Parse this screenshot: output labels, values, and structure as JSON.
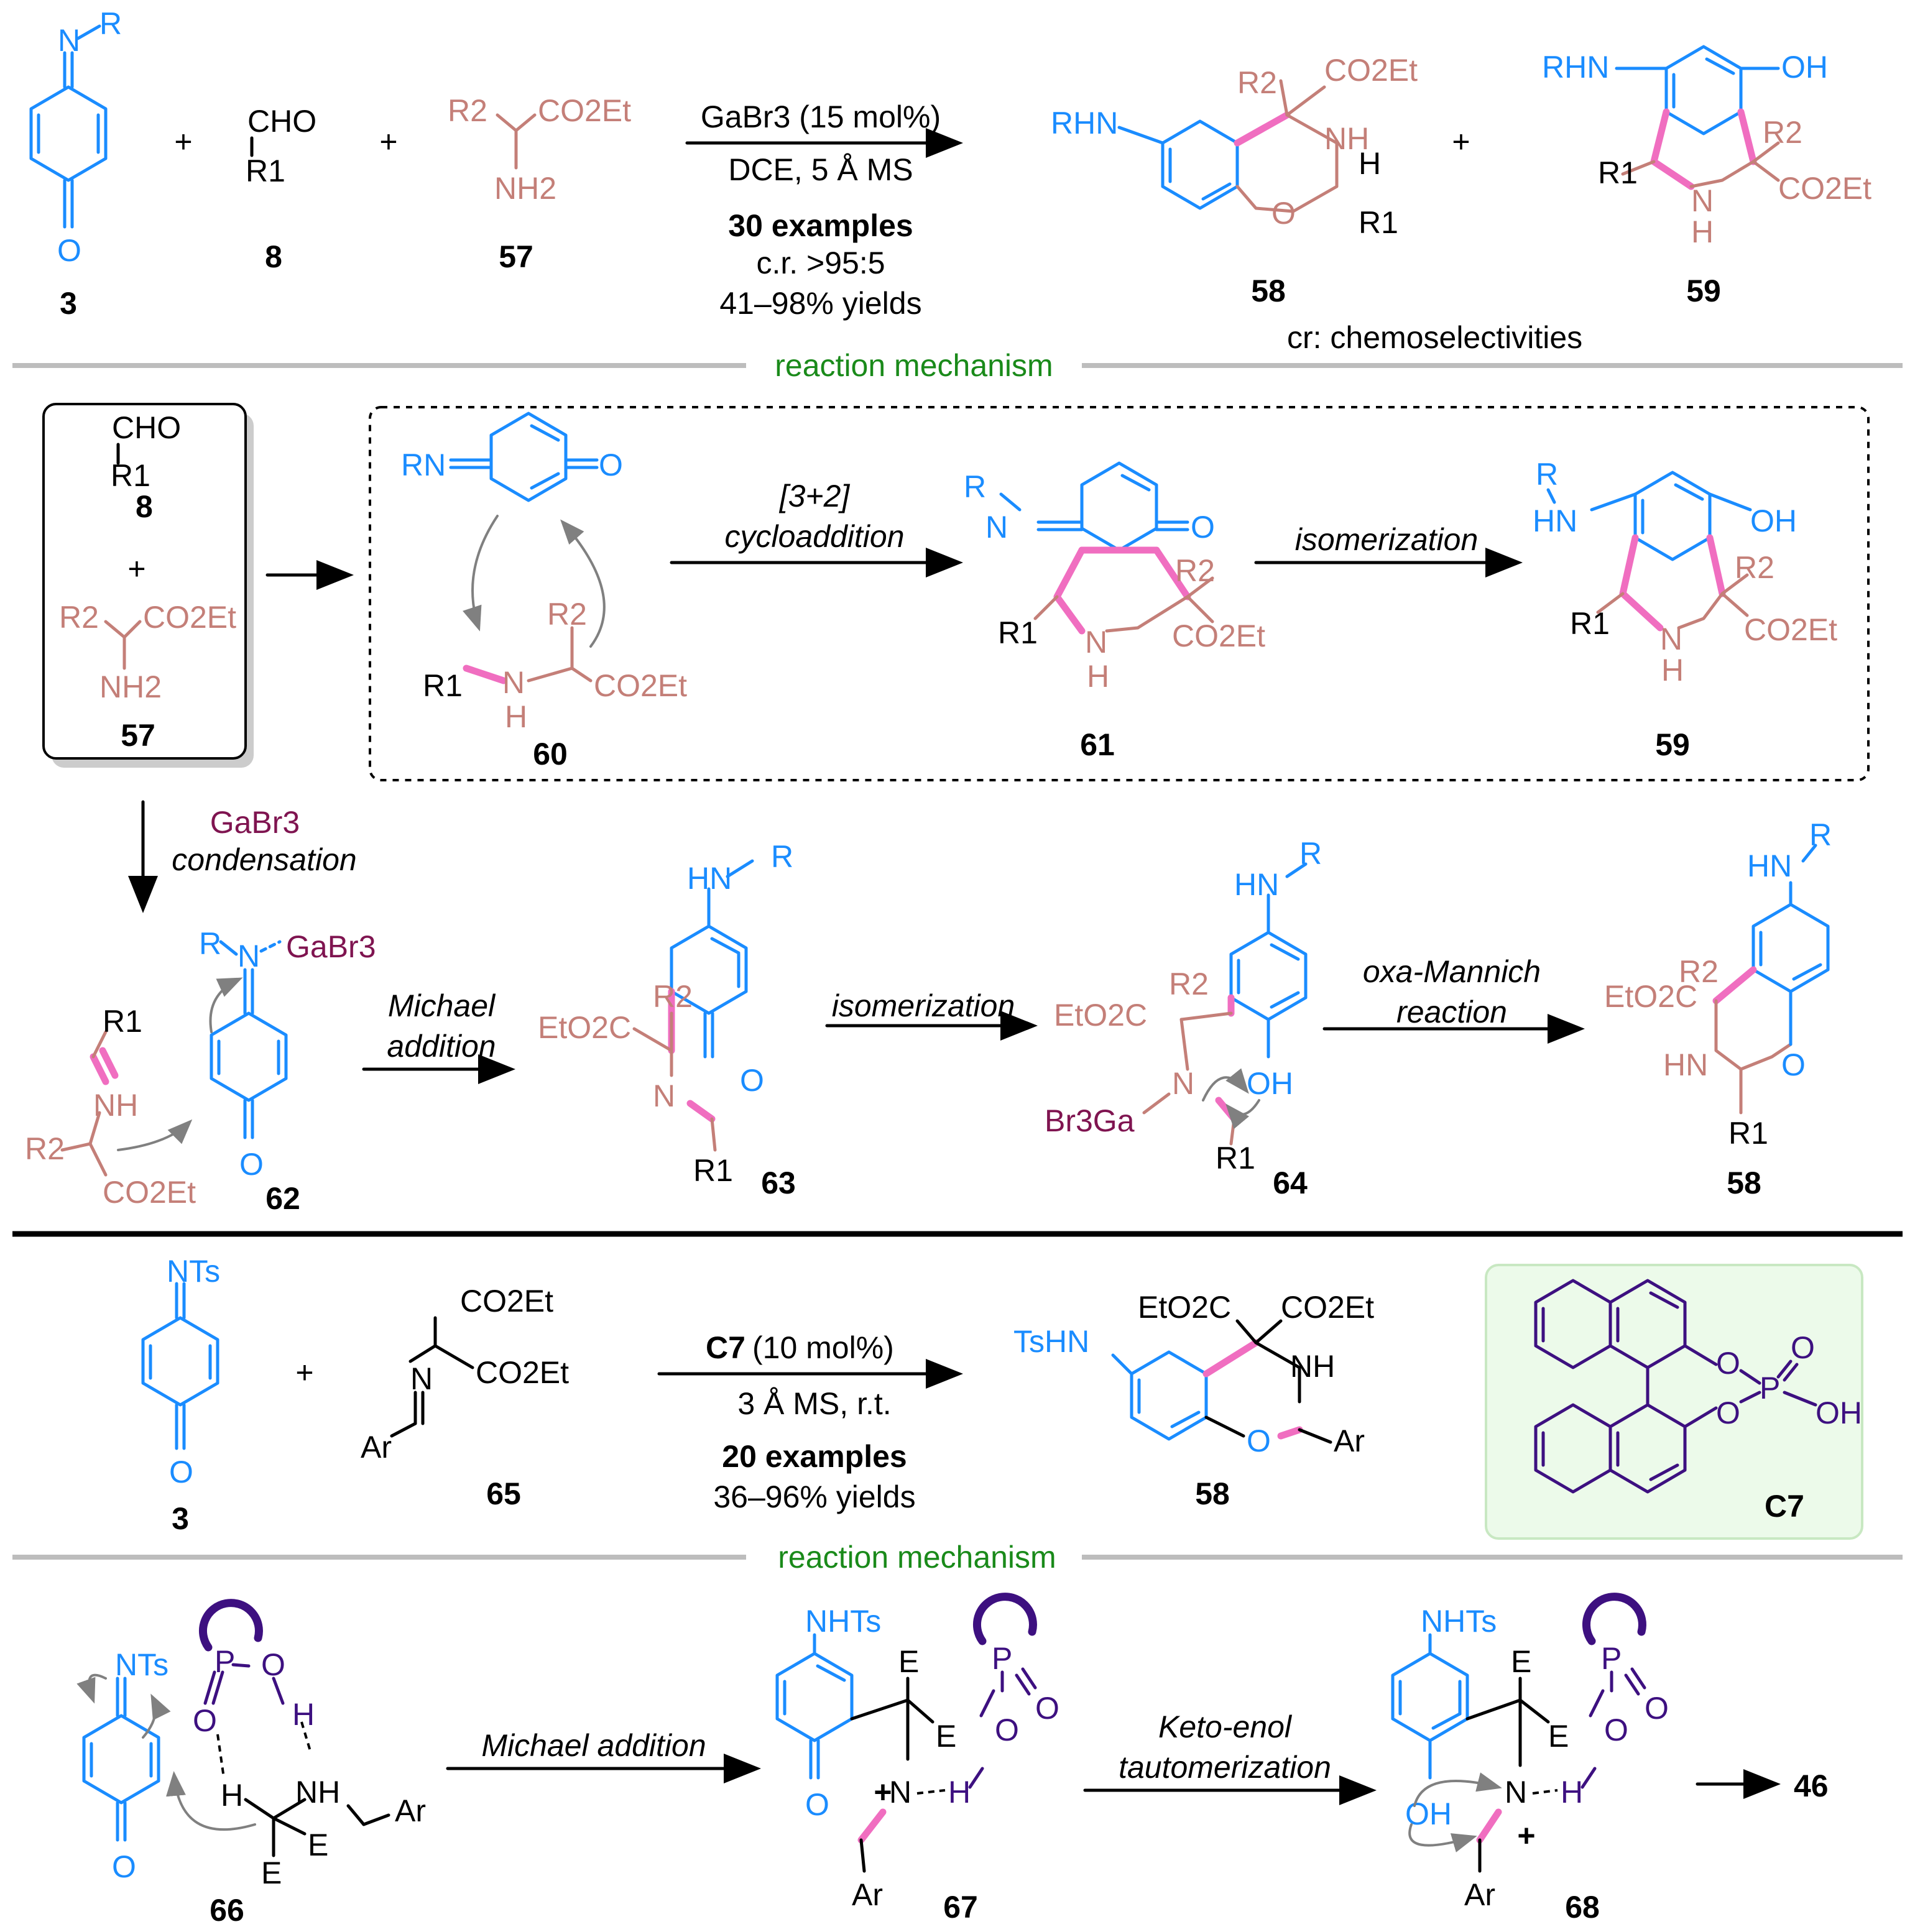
{
  "section1": {
    "cpd3": {
      "label": "3",
      "n_sub": "N",
      "r_sub": "R",
      "o": "O"
    },
    "plus": "+",
    "cpd8": {
      "label": "8",
      "cho": "CHO",
      "r1": "R1"
    },
    "cpd57": {
      "label": "57",
      "r2": "R2",
      "co2et": "CO2Et",
      "nh2": "NH2"
    },
    "conditions": {
      "catalyst": "GaBr3 (15 mol%)",
      "solvent": "DCE, 5 Å MS",
      "examples": "30 examples",
      "cr": "c.r. >95:5",
      "yields": "41–98% yields"
    },
    "cpd58": {
      "label": "58",
      "rhn": "RHN",
      "r2": "R2",
      "co2et": "CO2Et",
      "nh": "NH",
      "h": "H",
      "o": "O",
      "r1": "R1"
    },
    "cpd59": {
      "label": "59",
      "rhn": "RHN",
      "oh": "OH",
      "r2": "R2",
      "r1": "R1",
      "n": "N",
      "h": "H",
      "co2et": "CO2Et"
    },
    "cr_note": "cr:  chemoselectivities"
  },
  "mechanism_label_1": "reaction mechanism",
  "section2": {
    "box": {
      "cho": "CHO",
      "r1": "R1",
      "label8": "8",
      "plus": "+",
      "r2": "R2",
      "co2et": "CO2Et",
      "nh2": "NH2",
      "label57": "57"
    },
    "cpd60": {
      "label": "60",
      "rn": "RN",
      "o": "O",
      "r1": "R1",
      "n": "N",
      "h": "H",
      "r2": "R2",
      "co2et": "CO2Et"
    },
    "step1": {
      "line1": "[3+2]",
      "line2": "cycloaddition"
    },
    "cpd61": {
      "label": "61",
      "r": "R",
      "n": "N",
      "o": "O",
      "r2": "R2",
      "r1": "R1",
      "h": "H",
      "co2et": "CO2Et"
    },
    "step2": "isomerization",
    "cpd59": {
      "label": "59",
      "r": "R",
      "hn": "HN",
      "oh": "OH",
      "r2": "R2",
      "r1": "R1",
      "n": "N",
      "h": "H",
      "co2et": "CO2Et"
    },
    "down_arrow": {
      "reagent": "GaBr3",
      "text": "condensation"
    },
    "cpd62": {
      "label": "62",
      "r": "R",
      "n": "N",
      "gabr3": "GaBr3",
      "r1": "R1",
      "nh": "NH",
      "r2": "R2",
      "co2et": "CO2Et",
      "o": "O"
    },
    "step3": {
      "line1": "Michael",
      "line2": "addition"
    },
    "cpd63": {
      "label": "63",
      "hn": "HN",
      "r": "R",
      "eto2c": "EtO2C",
      "r2": "R2",
      "o": "O",
      "n": "N",
      "r1": "R1"
    },
    "step4": "isomerization",
    "cpd64": {
      "label": "64",
      "hn": "HN",
      "r": "R",
      "eto2c": "EtO2C",
      "r2": "R2",
      "oh": "OH",
      "n": "N",
      "br3ga": "Br3Ga",
      "r1": "R1"
    },
    "step5": {
      "line1": "oxa-Mannich",
      "line2": "reaction"
    },
    "cpd58": {
      "label": "58",
      "hn": "HN",
      "r": "R",
      "eto2c": "EtO2C",
      "r2": "R2",
      "nh": "HN",
      "o": "O",
      "r1": "R1"
    }
  },
  "section3": {
    "cpd3": {
      "label": "3",
      "nts": "NTs",
      "o": "O"
    },
    "plus": "+",
    "cpd65": {
      "label": "65",
      "co2et_top": "CO2Et",
      "n": "N",
      "co2et": "CO2Et",
      "ar": "Ar"
    },
    "conditions": {
      "catalyst": "C7",
      "loading": " (10 mol%)",
      "sieves": "3 Å MS, r.t.",
      "examples": "20 examples",
      "yields": "36–96% yields"
    },
    "cpd58": {
      "label": "58",
      "tshn": "TsHN",
      "eto2c": "EtO2C",
      "co2et": "CO2Et",
      "nh": "NH",
      "o": "O",
      "ar": "Ar"
    },
    "catalyst": {
      "label": "C7",
      "o1": "O",
      "o2": "O",
      "p": "P",
      "o3": "O",
      "oh": "OH"
    }
  },
  "mechanism_label_2": "reaction mechanism",
  "section4": {
    "cpd66": {
      "label": "66",
      "nts": "NTs",
      "o": "O",
      "p": "P",
      "o1": "O",
      "o2": "O",
      "h1": "H",
      "h2": "H",
      "nh": "NH",
      "ar": "Ar",
      "e1": "E",
      "e2": "E"
    },
    "step1": "Michael addition",
    "cpd67": {
      "label": "67",
      "nhts": "NHTs",
      "o": "O",
      "e1": "E",
      "e2": "E",
      "p": "P",
      "o1": "O",
      "o2": "O",
      "n": "N",
      "h": "H",
      "ar": "Ar"
    },
    "step2": {
      "line1": "Keto-enol",
      "line2": "tautomerization"
    },
    "cpd68": {
      "label": "68",
      "nhts": "NHTs",
      "oh": "OH",
      "e1": "E",
      "e2": "E",
      "p": "P",
      "o1": "O",
      "o2": "O",
      "n": "N",
      "h": "H",
      "ar": "Ar"
    },
    "final": "46"
  }
}
